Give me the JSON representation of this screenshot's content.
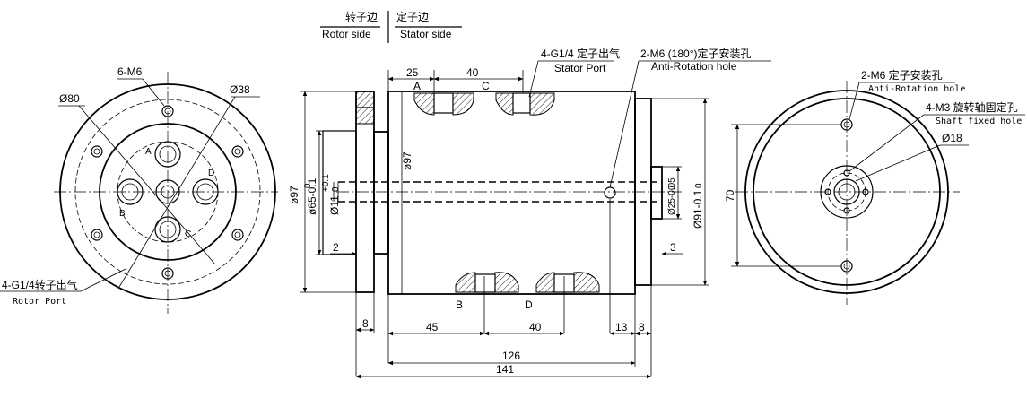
{
  "header": {
    "rotor_cn": "转子边",
    "rotor_en": "Rotor side",
    "stator_cn": "定子边",
    "stator_en": "Stator side"
  },
  "left_view": {
    "d80": "Ø80",
    "m6": "6-M6",
    "d38": "Ø38",
    "port_a": "A",
    "port_b": "B",
    "port_c": "C",
    "port_d": "D",
    "rotor_port_cn": "4-G1/4转子出气",
    "rotor_port_en": "Rotor Port"
  },
  "side_view": {
    "stator_port_cn": "4-G1/4 定子出气",
    "stator_port_en": "Stator Port",
    "anti_rot_cn": "2-M6 (180°)定子安装孔",
    "anti_rot_en": "Anti-Rotation hole",
    "port_a": "A",
    "port_b": "B",
    "port_c": "C",
    "port_d": "D",
    "dim_25": "25",
    "dim_40_top": "40",
    "dim_97_outer": "ø97",
    "dim_97_inner": "ø97",
    "dim_65": "ø65-0.1",
    "dim_65_upper": "0",
    "dim_11": "Ø11",
    "dim_11_tol": "+0.1",
    "dim_11_tol2": "0",
    "dim_25_shaft": "Ø25-0.05",
    "dim_25_upper": "0",
    "dim_91": "Ø91-0.1",
    "dim_91_upper": "0",
    "dim_2": "2",
    "dim_3": "3",
    "dim_8_left": "8",
    "dim_45": "45",
    "dim_40_bottom": "40",
    "dim_13": "13",
    "dim_8_right": "8",
    "dim_126": "126",
    "dim_141": "141"
  },
  "right_view": {
    "anti_rot_cn": "2-M6 定子安装孔",
    "anti_rot_en": "Anti-Rotation hole",
    "shaft_cn": "4-M3 旋转轴固定孔",
    "shaft_en": "Shaft fixed hole",
    "d18": "Ø18",
    "dim_70": "70"
  }
}
